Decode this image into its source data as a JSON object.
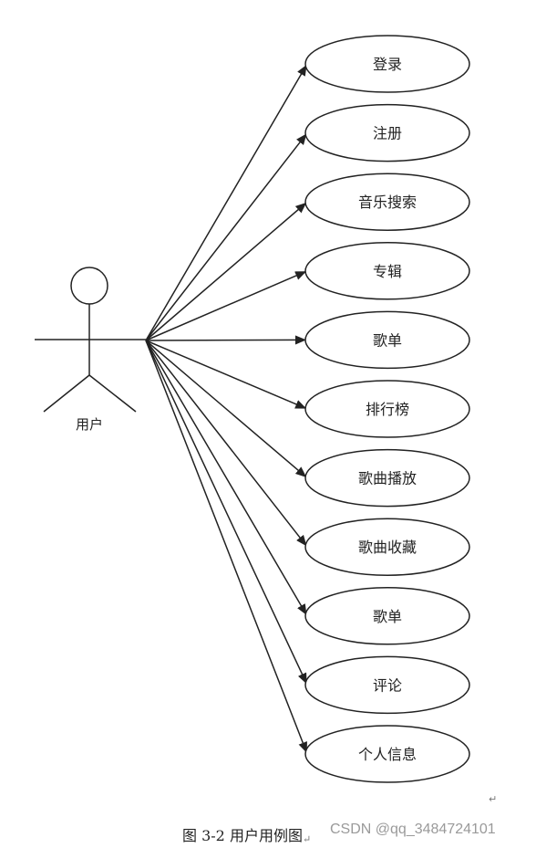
{
  "actor": {
    "name": "用户"
  },
  "use_cases": [
    "登录",
    "注册",
    "音乐搜索",
    "专辑",
    "歌单",
    "排行榜",
    "歌曲播放",
    "歌曲收藏",
    "歌单",
    "评论",
    "个人信息"
  ],
  "caption": {
    "text": "图 3-2 用户用例图",
    "mark": "↵"
  },
  "paragraph_mark": "↵",
  "watermark": "CSDN @qq_3484724101",
  "colors": {
    "stroke": "#222222",
    "ellipse_fill": "#ffffff",
    "text": "#222222",
    "watermark": "#9a9a9a"
  }
}
